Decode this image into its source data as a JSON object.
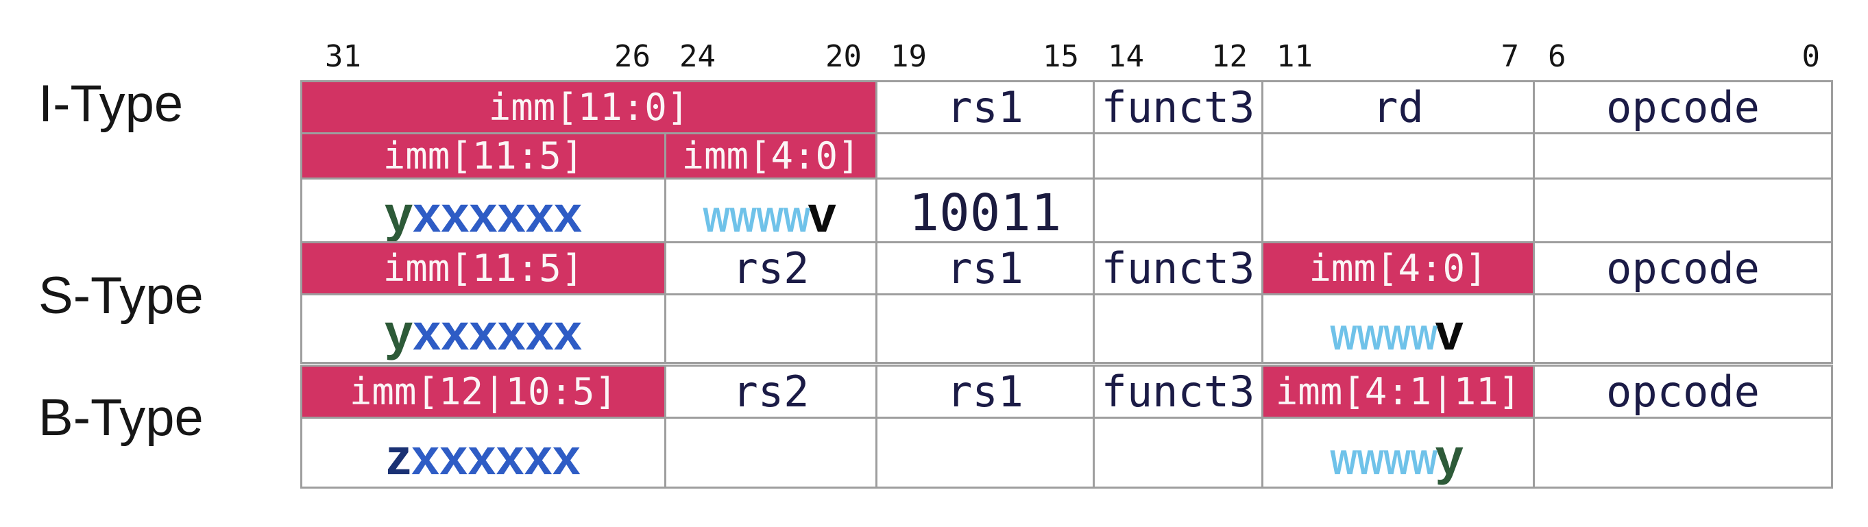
{
  "colors": {
    "imm_field_bg": "#d23363",
    "imm_text": "#fbf5f6",
    "grid_border": "#9e9e9e",
    "field_text": "#1b1b46",
    "binary_text": "#1b1b3f",
    "bit_x": "#2e5cc5",
    "bit_w": "#6fc2e9",
    "bit_v": "#0b0b0b",
    "sign_y": "#2d5a38",
    "sign_z": "#1a3173"
  },
  "bit_ruler": [
    {
      "hi": "31",
      "lo": "26"
    },
    {
      "hi": "24",
      "lo": "20"
    },
    {
      "hi": "19",
      "lo": "15"
    },
    {
      "hi": "14",
      "lo": "12"
    },
    {
      "hi": "11",
      "lo": "7"
    },
    {
      "hi": "6",
      "lo": "0"
    }
  ],
  "itype": {
    "label": "I-Type",
    "row_fields": {
      "imm": "imm[11:0]",
      "rs1": "rs1",
      "funct3": "funct3",
      "rd": "rd",
      "opcode": "opcode"
    },
    "row_imm_split": {
      "imm_hi": "imm[11:5]",
      "imm_lo": "imm[4:0]"
    },
    "row_bits": {
      "sign": "y",
      "x_bits": "xxxxxx",
      "w_bits": "wwww",
      "lsb": "v",
      "rs1_binary": "10011"
    }
  },
  "stype": {
    "label": "S-Type",
    "row_fields": {
      "imm_hi": "imm[11:5]",
      "rs2": "rs2",
      "rs1": "rs1",
      "funct3": "funct3",
      "imm_lo": "imm[4:0]",
      "opcode": "opcode"
    },
    "row_bits": {
      "sign": "y",
      "x_bits": "xxxxxx",
      "w_bits": "wwww",
      "lsb": "v"
    }
  },
  "btype": {
    "label": "B-Type",
    "row_fields": {
      "imm_hi": "imm[12|10:5]",
      "rs2": "rs2",
      "rs1": "rs1",
      "funct3": "funct3",
      "imm_lo": "imm[4:1|11]",
      "opcode": "opcode"
    },
    "row_bits": {
      "sign": "z",
      "x_bits": "xxxxxx",
      "w_bits": "wwww",
      "lsb": "y"
    }
  }
}
